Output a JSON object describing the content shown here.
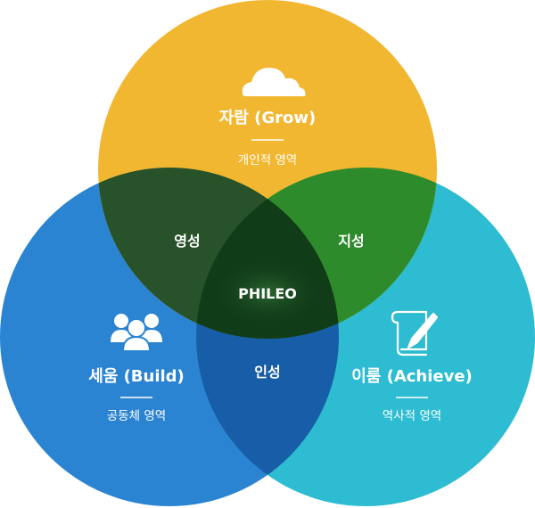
{
  "diagram": {
    "center_label": "PHILEO",
    "circles": {
      "top": {
        "title": "자람 (Grow)",
        "subtitle": "개인적 영역",
        "color": "#F2B731",
        "icon": "cloud-icon"
      },
      "left": {
        "title": "세움 (Build)",
        "subtitle": "공동체 영역",
        "color": "#2A84D2",
        "icon": "people-icon"
      },
      "right": {
        "title": "이룸 (Achieve)",
        "subtitle": "역사적 영역",
        "color": "#2DBCD1",
        "icon": "scroll-quill-icon"
      }
    },
    "intersections": {
      "top_left": {
        "label": "영성",
        "color": "#27522A"
      },
      "top_right": {
        "label": "지성",
        "color": "#2E8B2B"
      },
      "left_right": {
        "label": "인성",
        "color": "#175DA8"
      },
      "center_color": "#113C18"
    }
  }
}
